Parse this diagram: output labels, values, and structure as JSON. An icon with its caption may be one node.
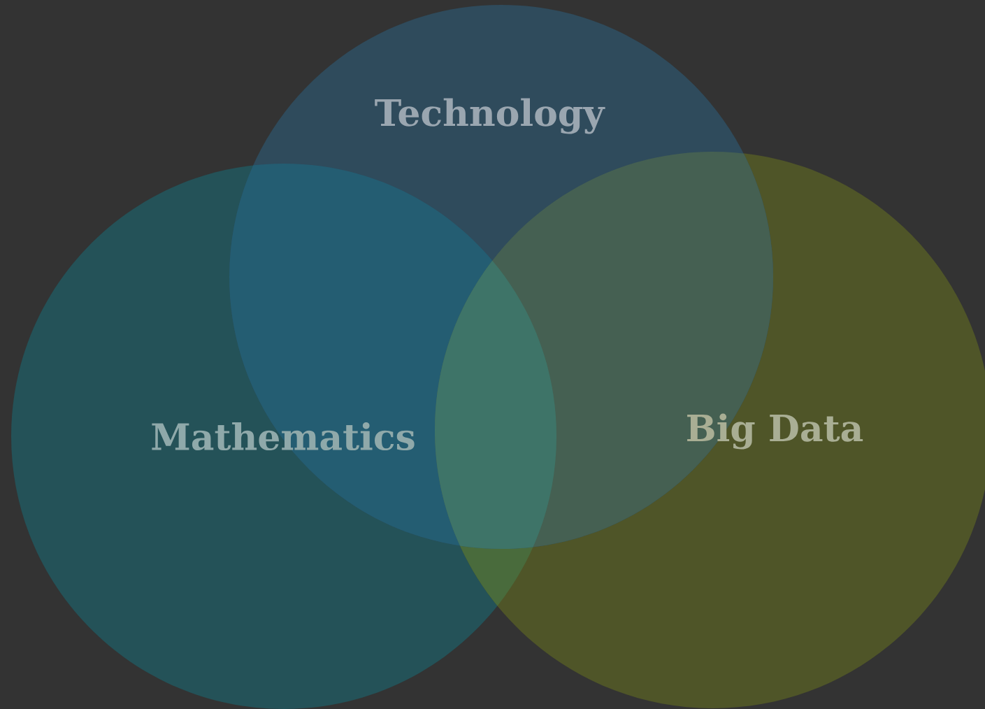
{
  "diagram": {
    "nodes": [
      {
        "text": [
          "Technology"
        ]
      },
      {
        "text": [
          "Mathematics"
        ]
      },
      {
        "text": [
          "Big Data"
        ]
      }
    ]
  }
}
